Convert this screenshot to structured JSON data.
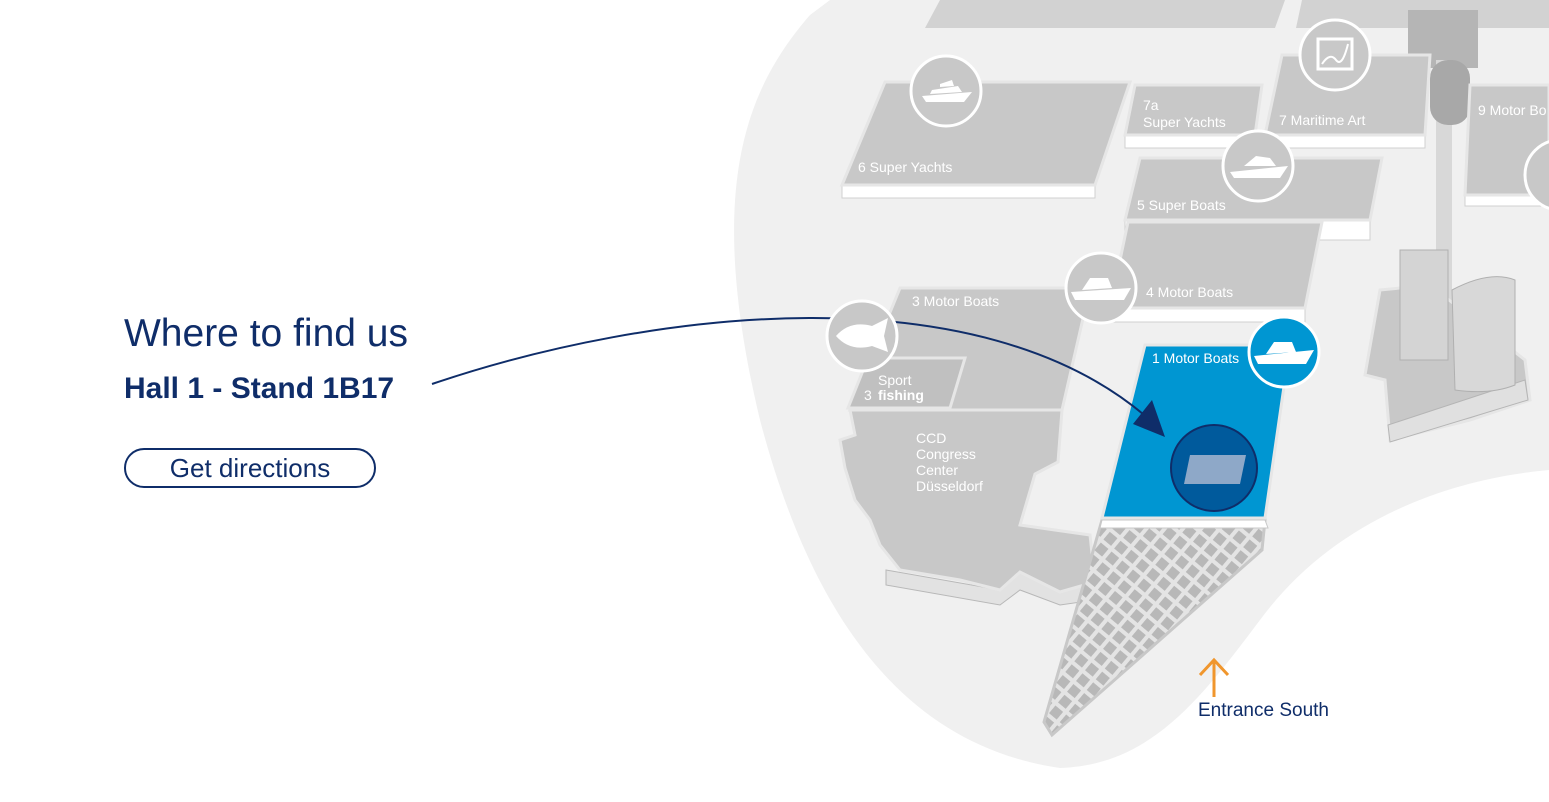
{
  "info": {
    "title": "Where to find us",
    "location": "Hall 1 - Stand 1B17",
    "directions_button": "Get directions"
  },
  "map": {
    "halls": {
      "h6": "6 Super Yachts",
      "h7a_line1": "7a",
      "h7a_line2": "Super Yachts",
      "h7": "7 Maritime Art",
      "h9": "9 Motor Bo",
      "h5": "5 Super Boats",
      "h4": "4 Motor Boats",
      "h3": "3 Motor Boats",
      "h1": "1 Motor Boats",
      "sport_line1": "Sport",
      "sport_num": "3",
      "sport_line2": "fishing",
      "ccd_line1": "CCD",
      "ccd_line2": "Congress",
      "ccd_line3": "Center",
      "ccd_line4": "Düsseldorf"
    },
    "entrance": "Entrance South",
    "icons": [
      "yacht-icon",
      "maritime-art-icon",
      "super-boat-icon",
      "motor-boat-icon",
      "fish-icon",
      "motor-boat-icon-highlighted"
    ]
  },
  "colors": {
    "navy": "#0f2d69",
    "highlight_blue": "#0096d2",
    "orange": "#f0962d",
    "hall_grey": "#c8c8c8"
  }
}
